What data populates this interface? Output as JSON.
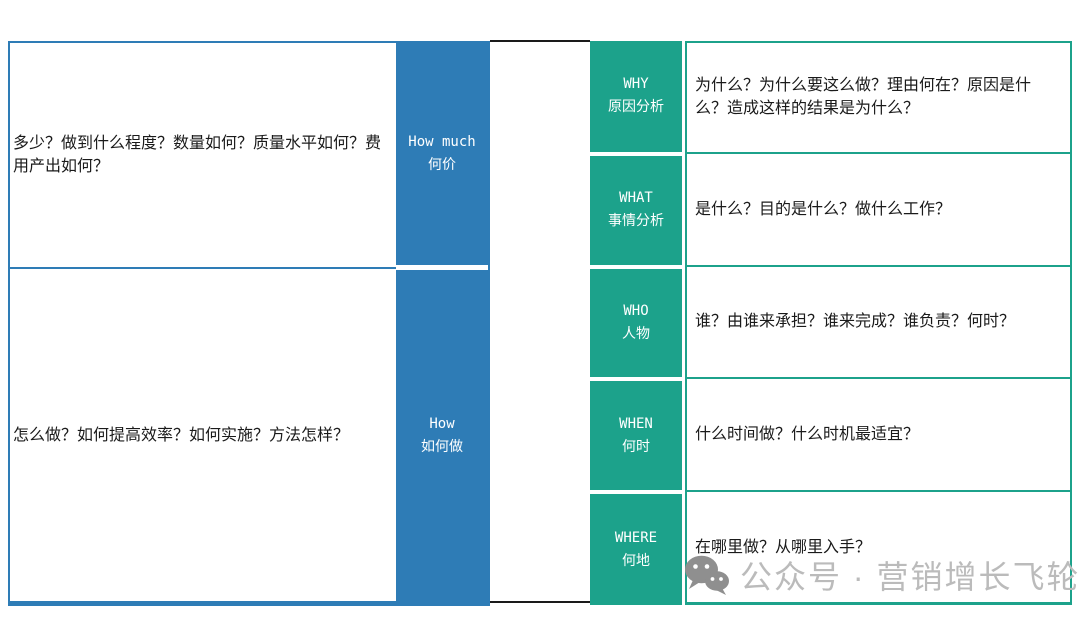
{
  "colors": {
    "blue": "#2E7CB6",
    "teal": "#1CA28B",
    "line": "#1A1A1A",
    "text": "#1A1A1A",
    "wm-text": "#BBBBBB",
    "wm-icon": "#8F8F8F",
    "header-text": "#FFFFFF",
    "bg": "#FFFFFF"
  },
  "left_table": {
    "rows": [
      {
        "header_en": "How much",
        "header_zh": "何价",
        "question": "多少？做到什么程度？数量如何？质量水平如何？费用产出如何？"
      },
      {
        "header_en": "How",
        "header_zh": "如何做",
        "question": "怎么做？如何提高效率？如何实施？方法怎样？"
      }
    ]
  },
  "right_table": {
    "rows": [
      {
        "header_en": "WHY",
        "header_zh": "原因分析",
        "question": "为什么？为什么要这么做？理由何在？原因是什么？造成这样的结果是为什么？"
      },
      {
        "header_en": "WHAT",
        "header_zh": "事情分析",
        "question": "是什么？目的是什么？做什么工作？"
      },
      {
        "header_en": "WHO",
        "header_zh": "人物",
        "question": "谁？由谁来承担？谁来完成？谁负责？何时？"
      },
      {
        "header_en": "WHEN",
        "header_zh": "何时",
        "question": "什么时间做？什么时机最适宜？"
      },
      {
        "header_en": "WHERE",
        "header_zh": "何地",
        "question": "在哪里做？从哪里入手？"
      }
    ]
  },
  "watermark": {
    "icon": "wechat-icon",
    "label": "公众号 · 营销增长飞轮"
  }
}
